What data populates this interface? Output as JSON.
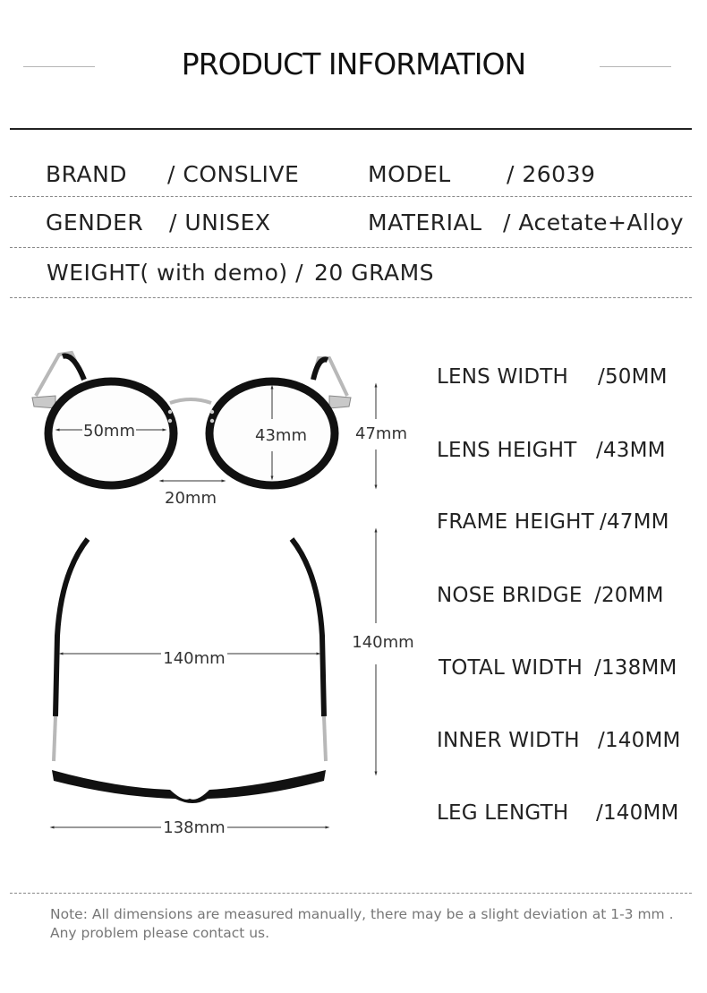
{
  "header": {
    "title": "PRODUCT INFORMATION"
  },
  "specs": {
    "brand_label": "BRAND",
    "brand_value": "/ CONSLIVE",
    "model_label": "MODEL",
    "model_value": "/ 26039",
    "gender_label": "GENDER",
    "gender_value": "/ UNISEX",
    "material_label": "MATERIAL",
    "material_value": "/ Acetate+Alloy",
    "weight_label": "WEIGHT( with demo)  /",
    "weight_value": "20 GRAMS"
  },
  "diagram": {
    "lens_width": "50mm",
    "lens_height": "43mm",
    "frame_height": "47mm",
    "nose_bridge": "20mm",
    "inner_width": "140mm",
    "leg_length": "140mm",
    "total_width": "138mm"
  },
  "measurements": [
    {
      "label": "LENS WIDTH",
      "value": "/50MM"
    },
    {
      "label": "LENS HEIGHT",
      "value": "/43MM"
    },
    {
      "label": "FRAME HEIGHT",
      "value": "/47MM"
    },
    {
      "label": "NOSE BRIDGE",
      "value": "/20MM"
    },
    {
      "label": "TOTAL WIDTH",
      "value": "/138MM"
    },
    {
      "label": "INNER WIDTH",
      "value": "/140MM"
    },
    {
      "label": "LEG LENGTH",
      "value": "/140MM"
    }
  ],
  "note": {
    "line1": "Note: All dimensions are measured manually, there may be a slight deviation at 1-3 mm .",
    "line2": "Any problem please contact us."
  },
  "colors": {
    "frame": "#111111",
    "metal": "#b8b8b8",
    "rule": "#222222",
    "dash": "#888888"
  }
}
